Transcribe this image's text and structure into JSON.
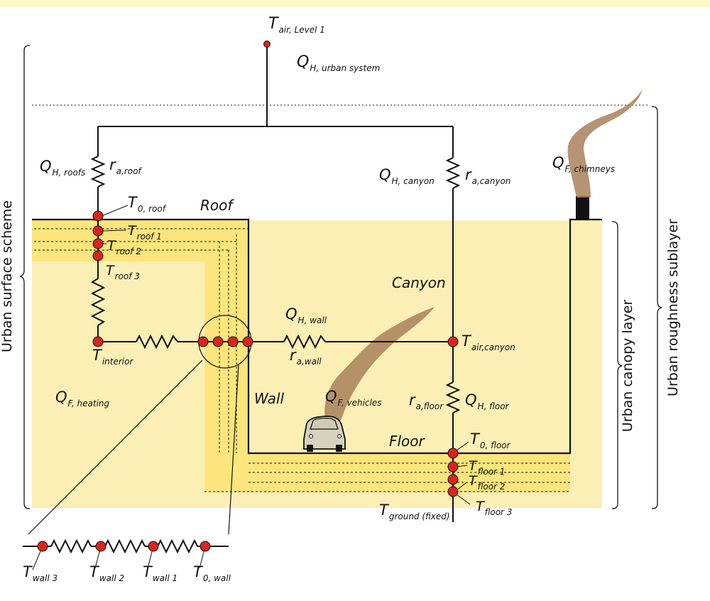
{
  "colors": {
    "ground_fill": "#fbefb6",
    "layer_fill": "#fbe57c",
    "node_red": "#d9251c",
    "line": "#111111",
    "smoke": "#a8805a",
    "top_band": "#fef9c8"
  },
  "icons": [
    "car-icon",
    "smoke-plume-icon",
    "chimney-icon",
    "resistor-icon",
    "node-dot-icon"
  ],
  "labels": {
    "t_air_level1": {
      "main": "T",
      "sub": "air, Level 1"
    },
    "q_h_urban_system": {
      "main": "Q",
      "sub": "H, urban system"
    },
    "q_h_roofs": {
      "main": "Q",
      "sub": "H, roofs"
    },
    "r_a_roof": {
      "main": "r",
      "sub": "a,roof"
    },
    "t0_roof": {
      "main": "T",
      "sub": "0, roof"
    },
    "t_roof1": {
      "main": "T",
      "sub": "roof 1"
    },
    "t_roof2": {
      "main": "T",
      "sub": "roof 2"
    },
    "t_roof3": {
      "main": "T",
      "sub": "roof 3"
    },
    "t_interior": {
      "main": "T",
      "sub": "interior"
    },
    "q_f_heating": {
      "main": "Q",
      "sub": "F, heating"
    },
    "q_h_canyon": {
      "main": "Q",
      "sub": "H, canyon"
    },
    "r_a_canyon": {
      "main": "r",
      "sub": "a,canyon"
    },
    "q_f_chimneys": {
      "main": "Q",
      "sub": "F, chimneys"
    },
    "q_h_wall": {
      "main": "Q",
      "sub": "H, wall"
    },
    "r_a_wall": {
      "main": "r",
      "sub": "a,wall"
    },
    "t_air_canyon": {
      "main": "T",
      "sub": "air,canyon"
    },
    "q_f_vehicles": {
      "main": "Q",
      "sub": "F, vehicles"
    },
    "r_a_floor": {
      "main": "r",
      "sub": "a,floor"
    },
    "q_h_floor": {
      "main": "Q",
      "sub": "H, floor"
    },
    "t0_floor": {
      "main": "T",
      "sub": "0, floor"
    },
    "t_floor1": {
      "main": "T",
      "sub": "floor 1"
    },
    "t_floor2": {
      "main": "T",
      "sub": "floor 2"
    },
    "t_floor3": {
      "main": "T",
      "sub": "floor 3"
    },
    "t_ground": {
      "main": "T",
      "sub": "ground (fixed)"
    },
    "t_wall3": {
      "main": "T",
      "sub": "wall 3"
    },
    "t_wall2": {
      "main": "T",
      "sub": "wall 2"
    },
    "t_wall1": {
      "main": "T",
      "sub": "wall 1"
    },
    "t0_wall": {
      "main": "T",
      "sub": "0, wall"
    }
  },
  "words": {
    "roof": "Roof",
    "canyon": "Canyon",
    "wall": "Wall",
    "floor": "Floor"
  },
  "side_labels": {
    "urban_surface_scheme": "Urban surface scheme",
    "urban_canopy_layer": "Urban canopy layer",
    "urban_roughness_sublayer": "Urban roughness sublayer"
  }
}
